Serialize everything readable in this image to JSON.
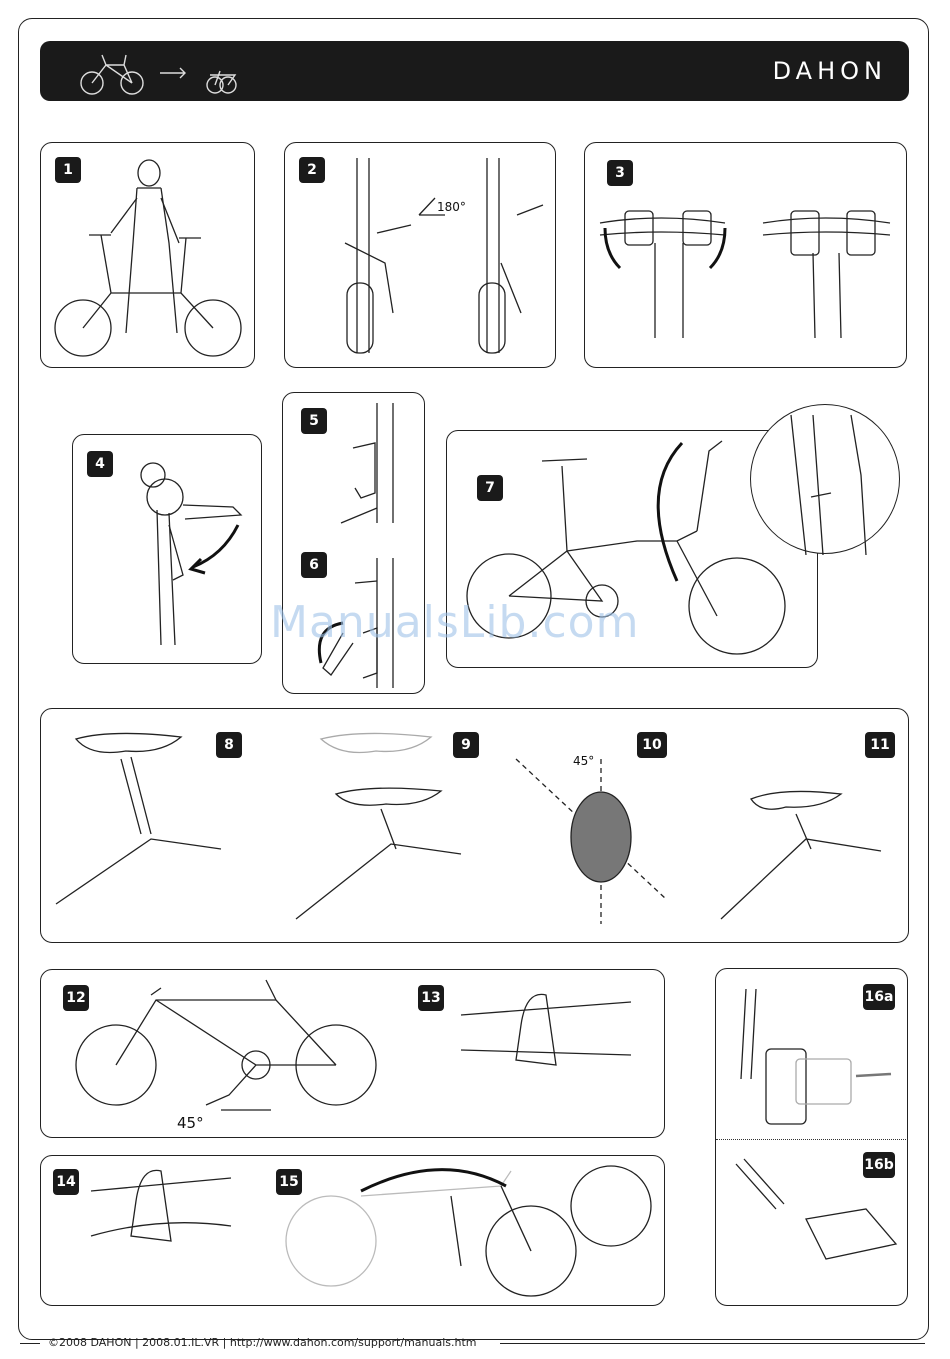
{
  "header": {
    "brand": "DAHON"
  },
  "steps": {
    "s1": "1",
    "s2": "2",
    "s3": "3",
    "s4": "4",
    "s5": "5",
    "s6": "6",
    "s7": "7",
    "s8": "8",
    "s9": "9",
    "s10": "10",
    "s11": "11",
    "s12": "12",
    "s13": "13",
    "s14": "14",
    "s15": "15",
    "s16a": "16a",
    "s16b": "16b"
  },
  "annotations": {
    "angle_180": "180°",
    "angle_45_seat": "45°",
    "angle_45_pedal": "45°"
  },
  "watermark": "ManualsLib.com",
  "footer": {
    "text": "©2008 DAHON  |  2008.01.IL.VR  |  http://www.dahon.com/support/manuals.htm"
  }
}
